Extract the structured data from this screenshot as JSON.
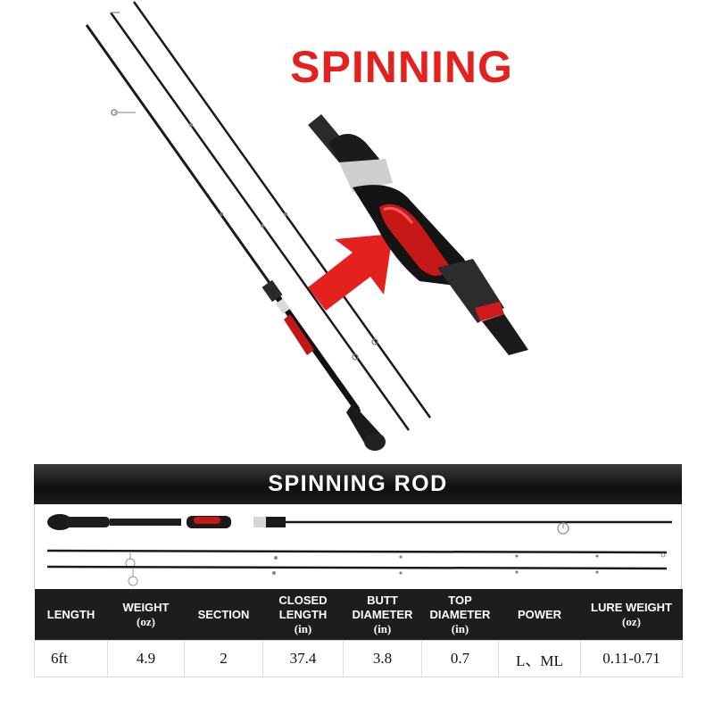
{
  "hero": {
    "title": "SPINNING"
  },
  "spec_panel": {
    "banner_title": "SPINNING ROD",
    "columns": [
      {
        "label": "LENGTH",
        "unit": ""
      },
      {
        "label": "WEIGHT",
        "unit": "(oz)"
      },
      {
        "label": "SECTION",
        "unit": ""
      },
      {
        "label": "CLOSED LENGTH",
        "unit": "(in)"
      },
      {
        "label": "BUTT DIAMETER",
        "unit": "(in)"
      },
      {
        "label": "TOP DIAMETER",
        "unit": "(in)"
      },
      {
        "label": "POWER",
        "unit": ""
      },
      {
        "label": "LURE WEIGHT",
        "unit": "(oz)"
      }
    ],
    "row": [
      "6ft",
      "4.9",
      "2",
      "37.4",
      "3.8",
      "0.7",
      "L、ML",
      "0.11-0.71"
    ]
  },
  "colors": {
    "accent_red": "#e3211f",
    "rod_black": "#111111",
    "table_header_bg": "#1d1d1d"
  }
}
